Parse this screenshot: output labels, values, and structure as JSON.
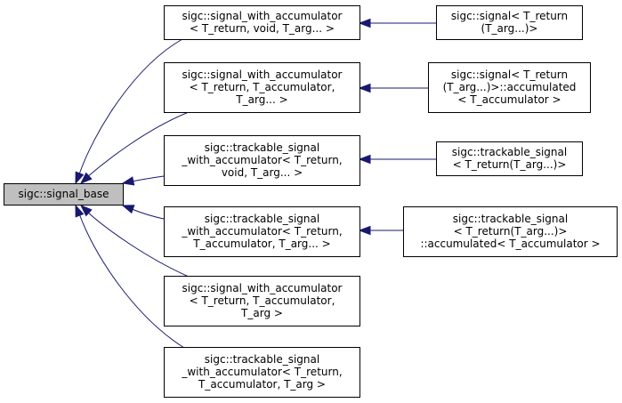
{
  "diagram": {
    "nodes": [
      {
        "id": "signal_base",
        "lines": [
          "sigc::signal_base"
        ],
        "highlighted": true
      },
      {
        "id": "swa_void",
        "lines": [
          "sigc::signal_with_accumulator",
          "< T_return, void, T_arg... >"
        ]
      },
      {
        "id": "swa_acc_pack",
        "lines": [
          "sigc::signal_with_accumulator",
          "< T_return, T_accumulator,",
          "T_arg... >"
        ]
      },
      {
        "id": "tswa_void",
        "lines": [
          "sigc::trackable_signal",
          "_with_accumulator< T_return,",
          "void, T_arg... >"
        ]
      },
      {
        "id": "tswa_acc_pack",
        "lines": [
          "sigc::trackable_signal",
          "_with_accumulator< T_return,",
          "T_accumulator, T_arg... >"
        ]
      },
      {
        "id": "swa_acc_single",
        "lines": [
          "sigc::signal_with_accumulator",
          "< T_return, T_accumulator,",
          "T_arg >"
        ]
      },
      {
        "id": "tswa_acc_single",
        "lines": [
          "sigc::trackable_signal",
          "_with_accumulator< T_return,",
          "T_accumulator, T_arg >"
        ]
      },
      {
        "id": "signal",
        "lines": [
          "sigc::signal< T_return",
          "(T_arg...)>"
        ]
      },
      {
        "id": "signal_accumulated",
        "lines": [
          "sigc::signal< T_return",
          "(T_arg...)>::accumulated",
          "< T_accumulator >"
        ]
      },
      {
        "id": "trackable_signal",
        "lines": [
          "sigc::trackable_signal",
          "< T_return(T_arg...)>"
        ]
      },
      {
        "id": "trackable_signal_accumulated",
        "lines": [
          "sigc::trackable_signal",
          "< T_return(T_arg...)>",
          "::accumulated< T_accumulator >"
        ]
      }
    ],
    "edges": [
      {
        "from": "swa_void",
        "to": "signal_base"
      },
      {
        "from": "swa_acc_pack",
        "to": "signal_base"
      },
      {
        "from": "tswa_void",
        "to": "signal_base"
      },
      {
        "from": "tswa_acc_pack",
        "to": "signal_base"
      },
      {
        "from": "swa_acc_single",
        "to": "signal_base"
      },
      {
        "from": "tswa_acc_single",
        "to": "signal_base"
      },
      {
        "from": "signal",
        "to": "swa_void"
      },
      {
        "from": "signal_accumulated",
        "to": "swa_acc_pack"
      },
      {
        "from": "trackable_signal",
        "to": "tswa_void"
      },
      {
        "from": "trackable_signal_accumulated",
        "to": "tswa_acc_pack"
      }
    ],
    "colors": {
      "edge": "#191970",
      "highlight_fill": "#bfbfbf",
      "node_fill": "#ffffff",
      "border": "#000000"
    }
  }
}
